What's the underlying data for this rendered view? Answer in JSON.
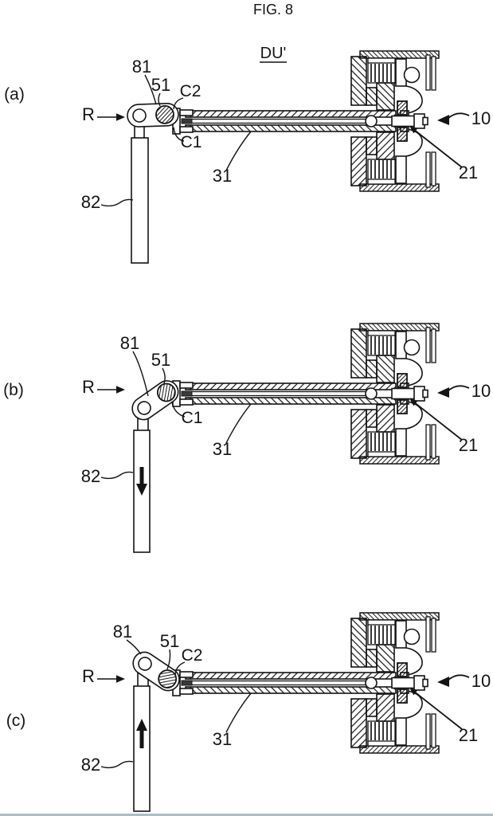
{
  "figure": {
    "title": "FIG. 8",
    "designation": "DU'"
  },
  "colors": {
    "ink": "#141414",
    "paper": "#ffffff",
    "window_edge": "#aebdc6"
  },
  "subfigures": [
    {
      "tag": "(a)",
      "labels": {
        "n81": "81",
        "n51": "51",
        "c2": "C2",
        "c1": "C1",
        "r": "R",
        "n82": "82",
        "n31": "31",
        "n10": "10",
        "n21": "21"
      }
    },
    {
      "tag": "(b)",
      "labels": {
        "n81": "81",
        "n51": "51",
        "c1": "C1",
        "r": "R",
        "n82": "82",
        "n31": "31",
        "n10": "10",
        "n21": "21"
      }
    },
    {
      "tag": "(c)",
      "labels": {
        "n81": "81",
        "n51": "51",
        "c2": "C2",
        "r": "R",
        "n82": "82",
        "n31": "31",
        "n10": "10",
        "n21": "21"
      }
    }
  ]
}
